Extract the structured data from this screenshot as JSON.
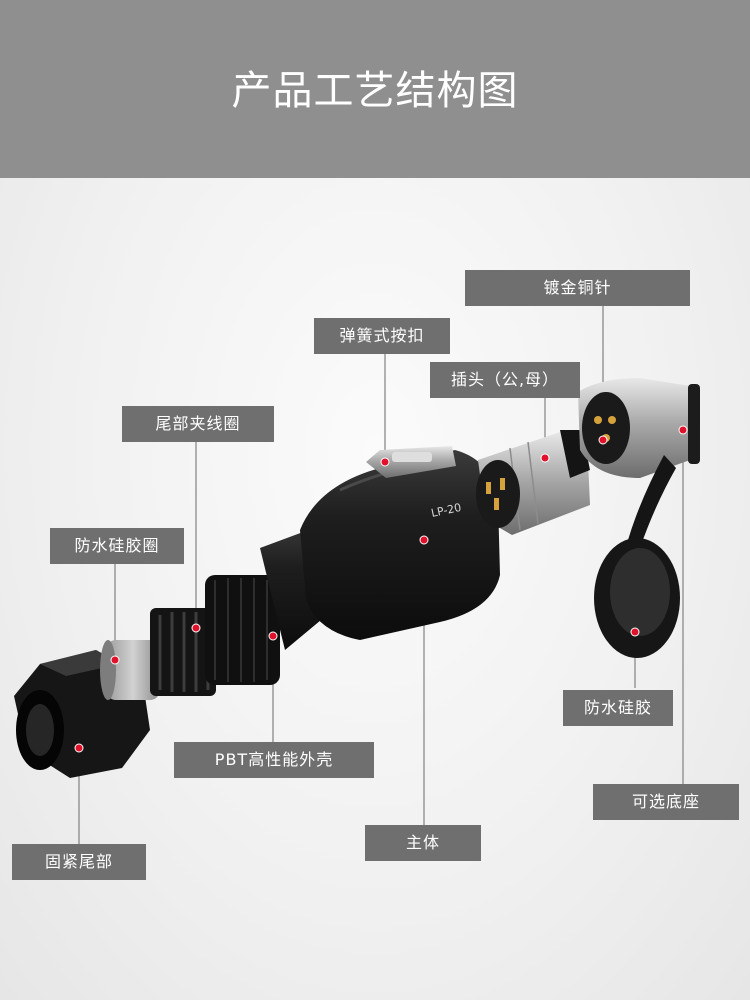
{
  "header": {
    "title": "产品工艺结构图"
  },
  "product": {
    "model_text": "LP-20"
  },
  "labels": {
    "gold_pin": "镀金铜针",
    "spring_button": "弹簧式按扣",
    "plug": "插头（公,母）",
    "tail_clamp": "尾部夹线圈",
    "silicone_ring": "防水硅胶圈",
    "pbt_shell": "PBT高性能外壳",
    "fastening_tail": "固紧尾部",
    "main_body": "主体",
    "silicone_cap": "防水硅胶",
    "optional_socket": "可选底座"
  },
  "colors": {
    "header_bg": "#8f8f8f",
    "label_bg": "#6f6f6f",
    "accent_dot": "#e0112a",
    "body_black": "#1b1b1b",
    "metal": "#b9b9b9"
  }
}
